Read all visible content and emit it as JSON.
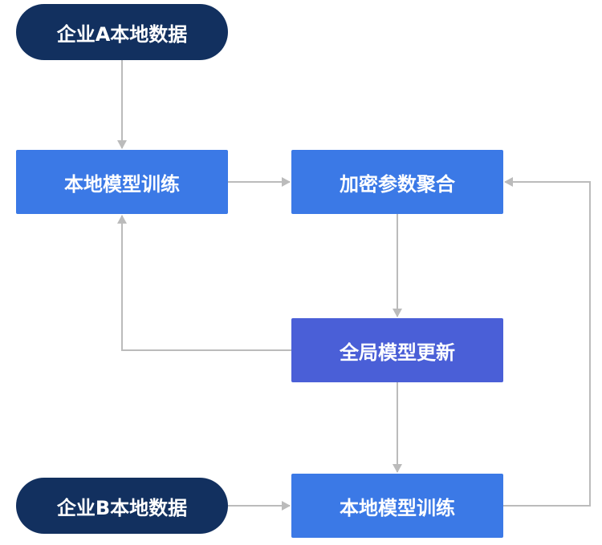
{
  "nodes": {
    "company_a_data": "企业A本地数据",
    "local_train_a": "本地模型训练",
    "encrypted_aggregation": "加密参数聚合",
    "global_update": "全局模型更新",
    "company_b_data": "企业B本地数据",
    "local_train_b": "本地模型训练"
  },
  "colors": {
    "pill": "#12305f",
    "box": "#3b79e6",
    "box_highlight": "#4a5fd7",
    "connector": "#bbbbbb"
  }
}
